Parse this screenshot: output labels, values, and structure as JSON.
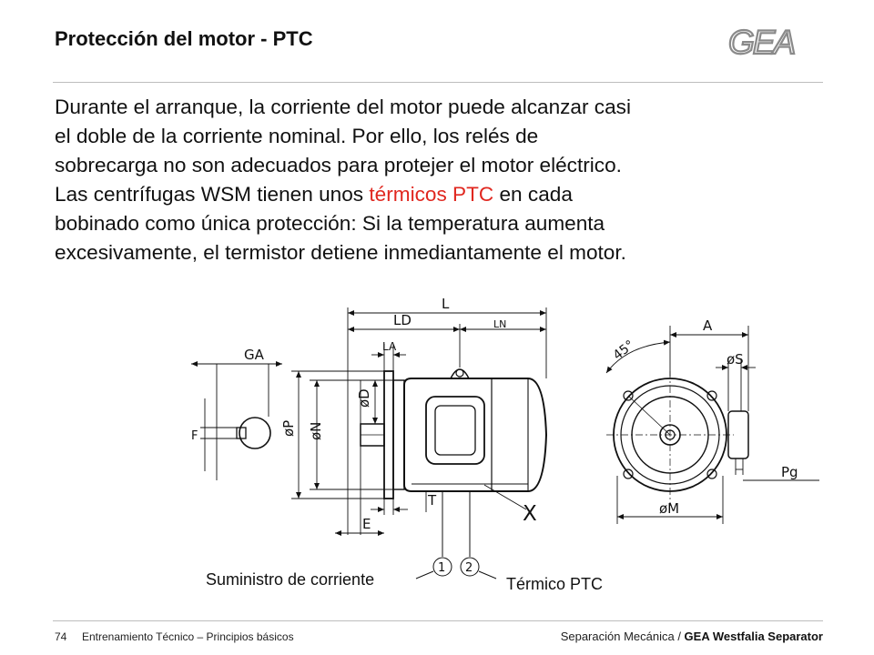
{
  "header": {
    "title": "Protección del motor - PTC",
    "logo_text": "GEA"
  },
  "body": {
    "line1": "Durante el arranque, la corriente del motor puede alcanzar casi",
    "line2": "el doble de la corriente nominal. Por ello, los relés de",
    "line3": "sobrecarga no son adecuados para protejer el motor eléctrico.",
    "line4_pre": "Las centrífugas WSM tienen unos ",
    "line4_highlight": "térmicos PTC",
    "line4_post": " en cada",
    "line5": "bobinado como única protección: Si la temperatura aumenta",
    "line6": "excesivamente, el termistor detiene inmediantamente el motor."
  },
  "diagram": {
    "dim_labels": {
      "L": "L",
      "LD": "LD",
      "LN": "LN",
      "LA": "LA",
      "GA": "GA",
      "F": "F",
      "P": "øP",
      "N": "øN",
      "D": "øD",
      "T": "T",
      "E": "E",
      "X": "X",
      "angle": "45°",
      "A": "A",
      "S": "øS",
      "M": "øM",
      "Pg": "Pg"
    },
    "callout_1": "1",
    "callout_2": "2",
    "label_supply": "Suministro de corriente",
    "label_ptc": "Térmico PTC"
  },
  "footer": {
    "page": "74",
    "course": "Entrenamiento Técnico – Principios básicos",
    "section": "Separación Mecánica / ",
    "brand": "GEA Westfalia Separator"
  },
  "colors": {
    "highlight": "#e0271f",
    "logo": "#8a8a8a",
    "rule": "#bdbdbd"
  }
}
